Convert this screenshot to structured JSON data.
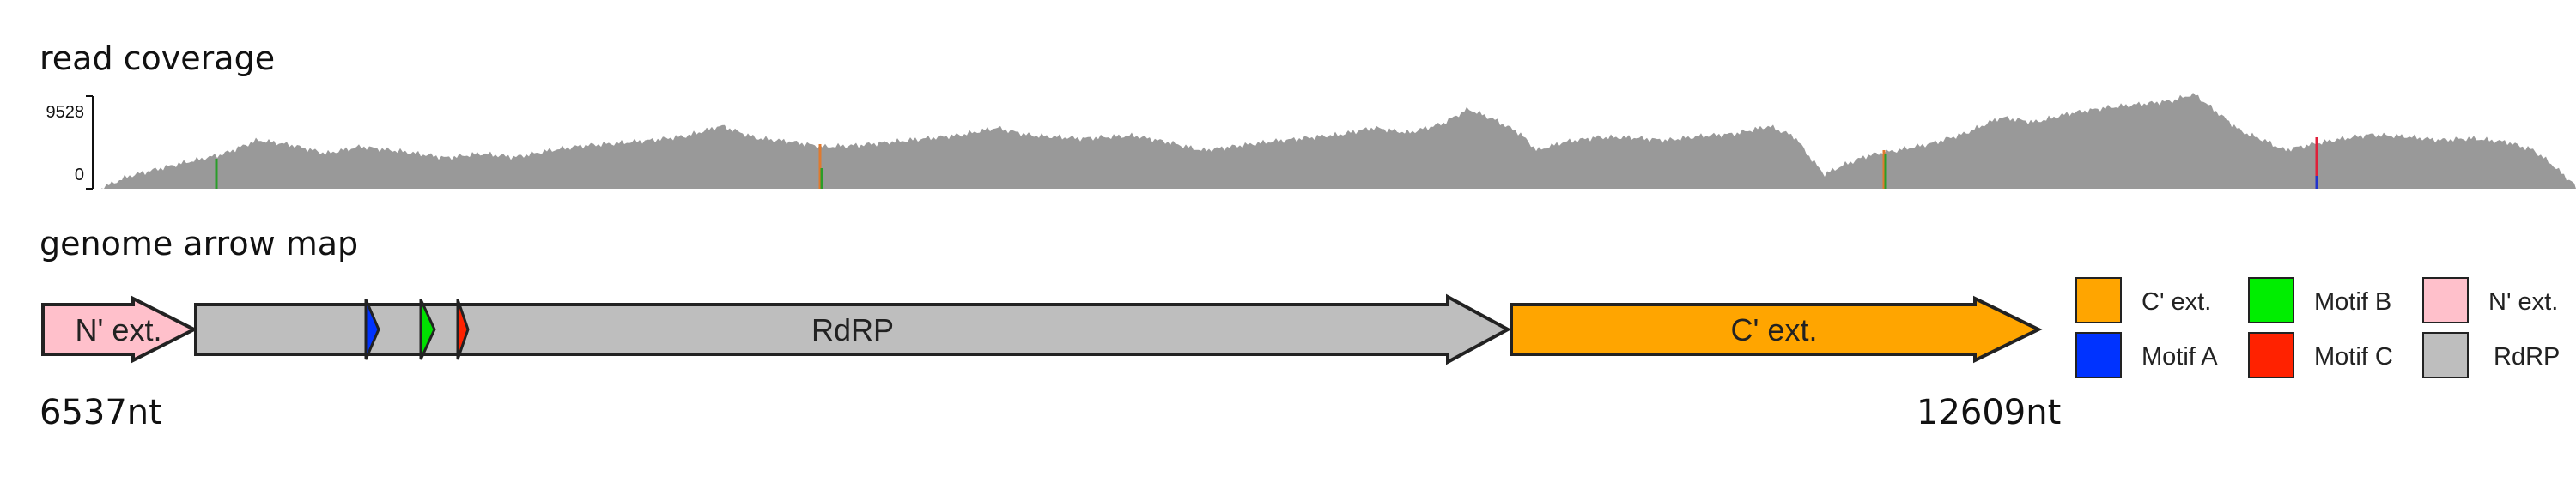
{
  "coverage": {
    "title": "read coverage",
    "y_max_label": "9528",
    "y_min_label": "0"
  },
  "genome_map": {
    "title": "genome arrow map",
    "start_label": "6537nt",
    "end_label": "12609nt",
    "segments": [
      {
        "name": "N' ext.",
        "color": "#FFC0CB",
        "label": "N' ext."
      },
      {
        "name": "RdRP",
        "color": "#BEBEBE",
        "label": "RdRP"
      },
      {
        "name": "C' ext.",
        "color": "#FFA500",
        "label": "C' ext."
      }
    ],
    "motifs": [
      {
        "name": "Motif A",
        "color": "#0033FF"
      },
      {
        "name": "Motif B",
        "color": "#00E000"
      },
      {
        "name": "Motif C",
        "color": "#FF2200"
      }
    ]
  },
  "legend": [
    {
      "label": "C' ext.",
      "color": "#FFA500"
    },
    {
      "label": "Motif B",
      "color": "#00EE00"
    },
    {
      "label": "N' ext.",
      "color": "#FFC0CB"
    },
    {
      "label": "Motif A",
      "color": "#0033FF"
    },
    {
      "label": "Motif C",
      "color": "#FF2200"
    },
    {
      "label": "RdRP",
      "color": "#BEBEBE"
    }
  ]
}
